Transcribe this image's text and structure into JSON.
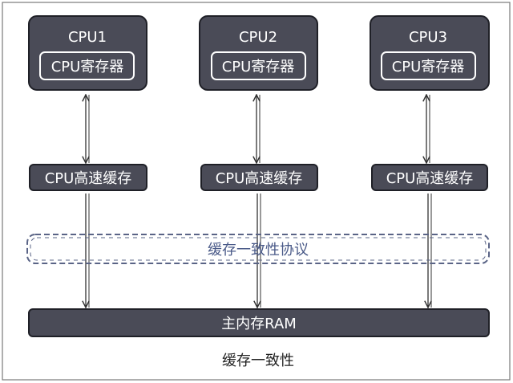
{
  "colors": {
    "box_fill": "#4a4b57",
    "box_stroke": "#1f2027",
    "text_light": "#ffffff",
    "text_dark": "#222222",
    "protocol_text": "#4a5a88",
    "protocol_border": "#5a6486",
    "frame": "#7a7a7a"
  },
  "cpus": [
    {
      "name": "CPU1",
      "register_label": "CPU寄存器",
      "cache_label": "CPU高速缓存"
    },
    {
      "name": "CPU2",
      "register_label": "CPU寄存器",
      "cache_label": "CPU高速缓存"
    },
    {
      "name": "CPU3",
      "register_label": "CPU寄存器",
      "cache_label": "CPU高速缓存"
    }
  ],
  "protocol_label": "缓存一致性协议",
  "main_memory_label": "主内存RAM",
  "caption": "缓存一致性"
}
